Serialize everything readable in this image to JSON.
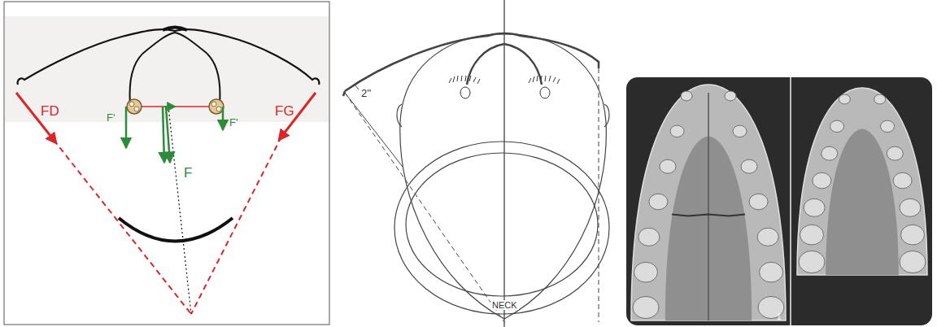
{
  "diagram": {
    "labels": [
      "FD",
      "FG",
      "F'",
      "F'",
      "F",
      "2''",
      "NECK",
      "1"
    ]
  }
}
